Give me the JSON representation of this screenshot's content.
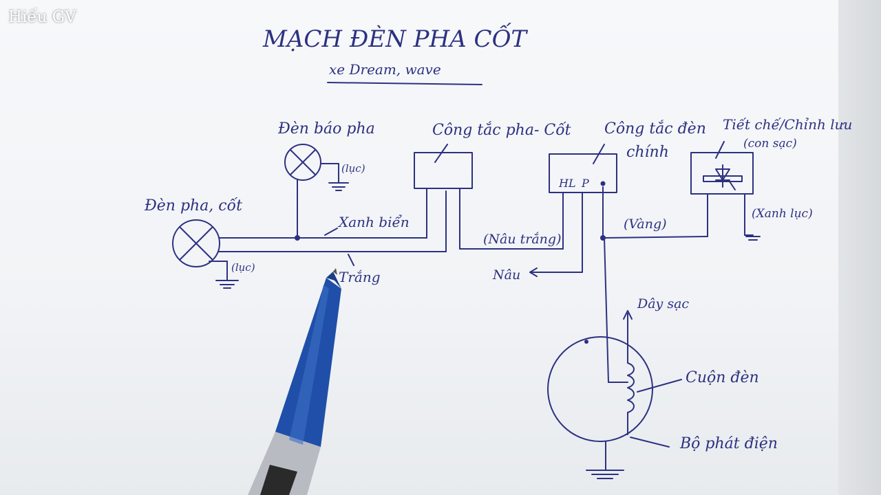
{
  "watermark": "Hiếu GV",
  "title": "MẠCH ĐÈN PHA CỐT",
  "subtitle": "xe Dream, wave",
  "components": {
    "high_beam_indicator": "Đèn báo pha",
    "headlight": "Đèn pha, cốt",
    "beam_switch": "Công tắc pha- Cốt",
    "main_switch_line1": "Công tắc đèn",
    "main_switch_line2": "chính",
    "main_switch_terminals": [
      "HL",
      "P"
    ],
    "regulator_line1": "Tiết chế/Chỉnh lưu",
    "regulator_line2": "(con sạc)",
    "lighting_coil": "Cuộn đèn",
    "generator": "Bộ phát điện"
  },
  "wires": {
    "blue": "Xanh biển",
    "white": "Trắng",
    "brown_white": "(Nâu trắng)",
    "brown": "Nâu",
    "yellow": "(Vàng)",
    "charge_wire": "Dây sạc"
  },
  "grounds": {
    "indicator": "(lục)",
    "headlight": "(lục)",
    "regulator": "(Xanh lục)"
  },
  "colors": {
    "ink": "#2d3180",
    "pen_blue": "#1f4fa8"
  }
}
